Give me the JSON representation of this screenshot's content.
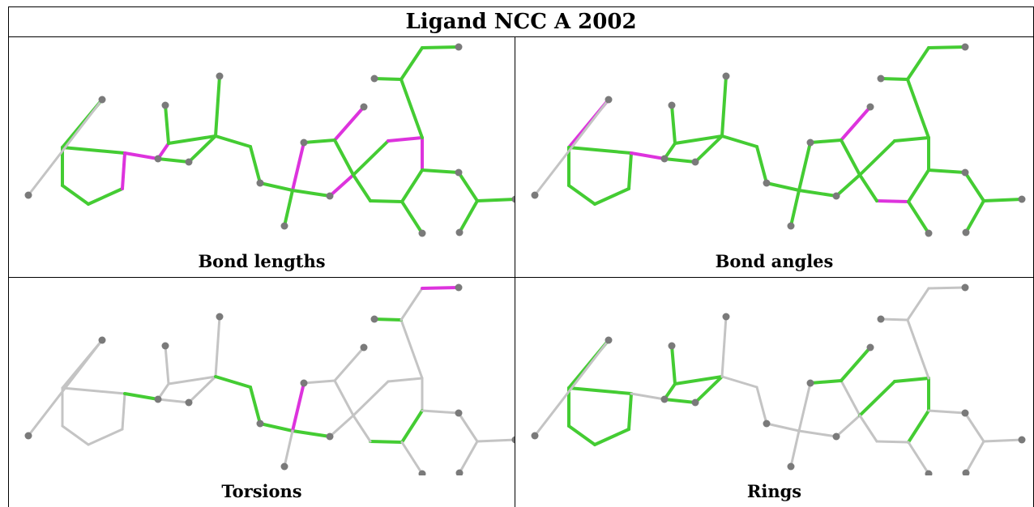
{
  "title": "Ligand NCC A 2002",
  "colors": {
    "grey": "#c4c4c4",
    "green": "#44cc33",
    "magenta": "#dd33dd",
    "atom": "#7a7a7a"
  },
  "panels": [
    {
      "id": "bond-lengths",
      "caption": "Bond lengths",
      "edges": [
        "g",
        "g",
        "g",
        "g",
        "m",
        "g",
        "w",
        "m",
        "m",
        "g",
        "g",
        "g",
        "g",
        "g",
        "g",
        "g",
        "g",
        "g",
        "m",
        "m",
        "g",
        "g",
        "m",
        "g",
        "g",
        "m",
        "m",
        "g",
        "g",
        "g",
        "g",
        "g",
        "g",
        "g",
        "g"
      ]
    },
    {
      "id": "bond-angles",
      "caption": "Bond angles",
      "edges": [
        "m",
        "g",
        "g",
        "g",
        "g",
        "g",
        "w",
        "m",
        "g",
        "g",
        "g",
        "g",
        "g",
        "g",
        "g",
        "g",
        "g",
        "g",
        "g",
        "g",
        "g",
        "g",
        "m",
        "g",
        "g",
        "g",
        "g",
        "g",
        "m",
        "g",
        "g",
        "g",
        "g",
        "g",
        "g"
      ]
    },
    {
      "id": "torsions",
      "caption": "Torsions",
      "edges": [
        "w",
        "w",
        "w",
        "w",
        "w",
        "w",
        "w",
        "g",
        "w",
        "w",
        "w",
        "w",
        "w",
        "w",
        "g",
        "g",
        "g",
        "g",
        "w",
        "m",
        "w",
        "w",
        "w",
        "w",
        "w",
        "w",
        "w",
        "g",
        "g",
        "w",
        "w",
        "g",
        "w",
        "m",
        "w"
      ]
    },
    {
      "id": "rings",
      "caption": "Rings",
      "edges": [
        "g",
        "g",
        "g",
        "g",
        "g",
        "g",
        "w",
        "w",
        "g",
        "g",
        "g",
        "g",
        "g",
        "w",
        "w",
        "w",
        "w",
        "w",
        "w",
        "w",
        "w",
        "w",
        "g",
        "g",
        "g",
        "g",
        "g",
        "g",
        "w",
        "w",
        "w",
        "w",
        "w",
        "w",
        "w"
      ]
    }
  ]
}
